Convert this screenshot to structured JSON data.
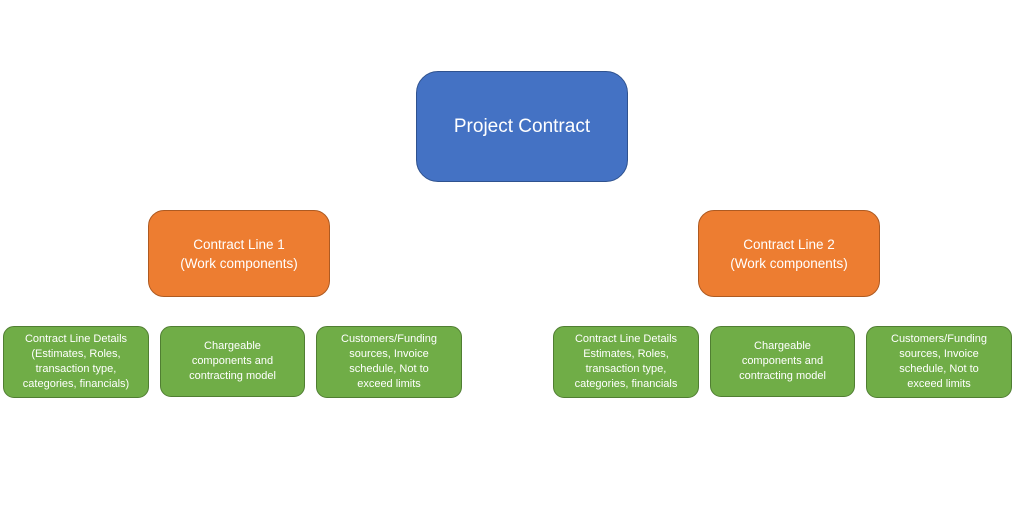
{
  "diagram": {
    "root": {
      "label": "Project Contract",
      "color": "#4472c4"
    },
    "lines": [
      {
        "label": "Contract Line 1\n(Work components)",
        "color": "#ed7d31",
        "children": [
          {
            "label": "Contract Line Details\n(Estimates, Roles,\ntransaction type,\ncategories, financials)"
          },
          {
            "label": "Chargeable\ncomponents and\ncontracting model"
          },
          {
            "label": "Customers/Funding\nsources, Invoice\nschedule, Not to\nexceed limits"
          }
        ]
      },
      {
        "label": "Contract Line 2\n(Work components)",
        "color": "#ed7d31",
        "children": [
          {
            "label": "Contract Line Details\nEstimates, Roles,\ntransaction type,\ncategories, financials"
          },
          {
            "label": "Chargeable\ncomponents and\ncontracting model"
          },
          {
            "label": "Customers/Funding\nsources, Invoice\nschedule, Not to\nexceed limits"
          }
        ]
      }
    ],
    "detail_color": "#70ad47"
  }
}
